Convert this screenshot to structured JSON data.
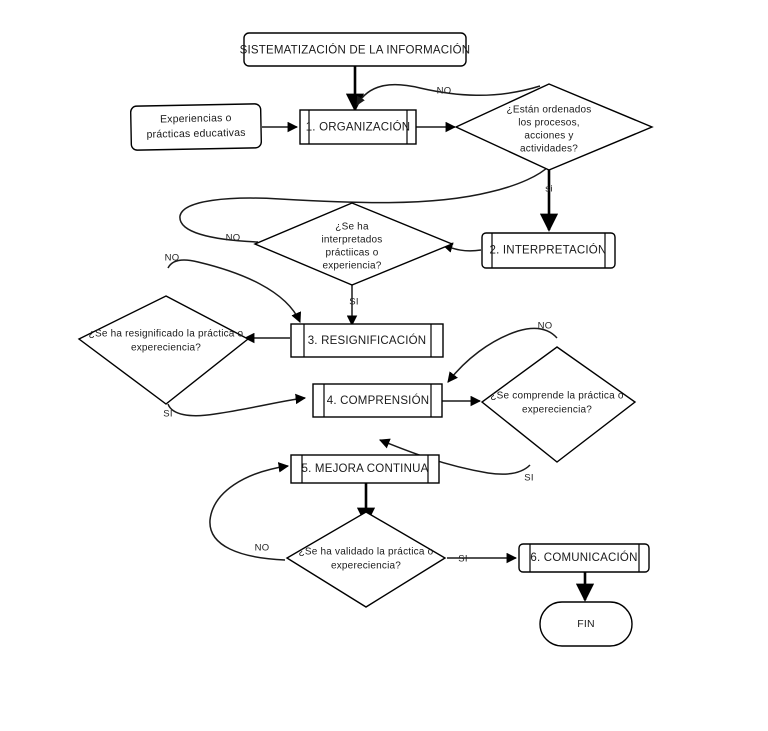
{
  "diagram": {
    "title": "Flujograma de sistematización de la información",
    "background_color": "#ffffff",
    "stroke_color": "#000000",
    "text_color": "#1a1a1a"
  },
  "nodes": {
    "start": {
      "label": "SISTEMATIZACIÓN DE LA INFORMACIÓN",
      "shape": "rounded-rectangle"
    },
    "input_experiencias": {
      "line1": "Experiencias o",
      "line2": "prácticas educativas",
      "shape": "rounded-rectangle"
    },
    "step1": {
      "label": "1. ORGANIZACIÓN",
      "shape": "predefined-process"
    },
    "step2": {
      "label": "2. INTERPRETACIÓN",
      "shape": "predefined-process"
    },
    "step3": {
      "label": "3. RESIGNIFICACIÓN",
      "shape": "predefined-process"
    },
    "step4": {
      "label": "4. COMPRENSIÓN",
      "shape": "predefined-process"
    },
    "step5": {
      "label": "5. MEJORA CONTINUA",
      "shape": "predefined-process"
    },
    "step6": {
      "label": "6. COMUNICACIÓN",
      "shape": "predefined-process"
    },
    "end": {
      "label": "FIN",
      "shape": "terminator"
    },
    "decision1": {
      "shape": "diamond",
      "line1": "¿Están ordenados",
      "line2": "los procesos,",
      "line3": "acciones y",
      "line4": "actividades?"
    },
    "decision2": {
      "shape": "diamond",
      "line1": "¿Se ha",
      "line2": "interpretados",
      "line3": "práctiicas o",
      "line4": "experiencia?"
    },
    "decision3": {
      "shape": "diamond",
      "line1": "¿Se ha resignificado  la práctica o",
      "line2": "expereciencia?"
    },
    "decision4": {
      "shape": "diamond",
      "line1": "¿Se comprende la práctica o",
      "line2": "expereciencia?"
    },
    "decision5": {
      "shape": "diamond",
      "line1": "¿Se ha validado la práctica o",
      "line2": "expereciencia?"
    }
  },
  "edge_labels": {
    "d1_no": "NO",
    "d1_si": "si",
    "d2_no": "NO",
    "d2_si": "SI",
    "d3_no": "NO",
    "d3_si": "SI",
    "d4_no": "NO",
    "d4_si": "SI",
    "d5_no": "NO",
    "d5_si": "SI"
  }
}
